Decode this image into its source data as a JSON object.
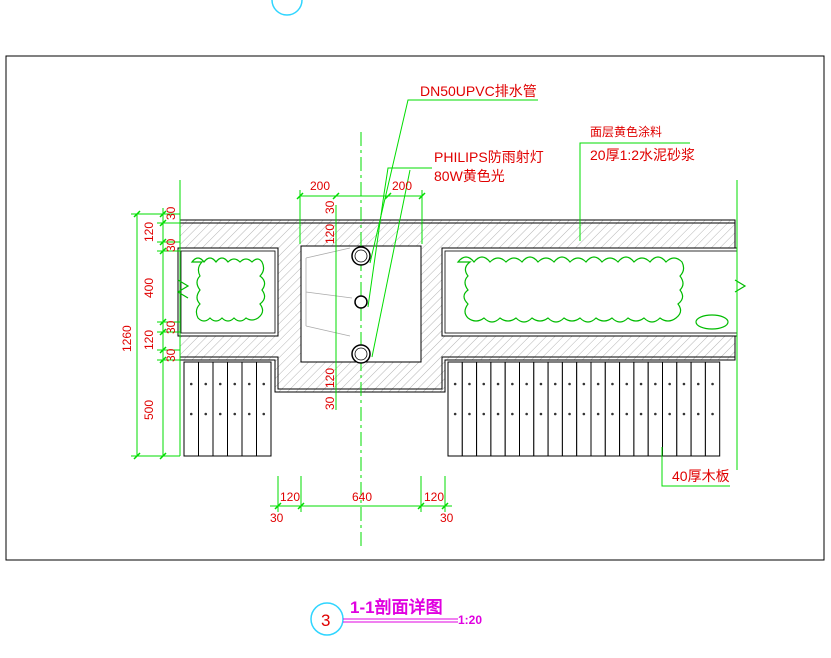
{
  "callouts": {
    "drain_pipe": "DN50UPVC排水管",
    "light_line1": "PHILIPS防雨射灯",
    "light_line2": "80W黄色光",
    "coating_line1": "面层黄色涂料",
    "coating_line2": "20厚1:2水泥砂浆",
    "board": "40厚木板"
  },
  "dimensions": {
    "top_left": "200",
    "top_right": "200",
    "top_30": "30",
    "mid_120a": "120",
    "mid_120b": "120",
    "mid_30": "30",
    "left_30a": "30",
    "left_120a": "120",
    "left_30b": "30",
    "left_400": "400",
    "left_30c": "30",
    "left_120b": "120",
    "left_30d": "30",
    "left_500": "500",
    "left_1260": "1260",
    "bot_120a": "120",
    "bot_640": "640",
    "bot_120b": "120",
    "bot_30a": "30",
    "bot_30b": "30"
  },
  "title": {
    "number": "3",
    "name": "1-1剖面详图",
    "scale": "1:20"
  },
  "colors": {
    "dim_green": "#00dd00",
    "text_red": "#e00000",
    "title_magenta": "#e000e0",
    "outline": "#000000"
  }
}
